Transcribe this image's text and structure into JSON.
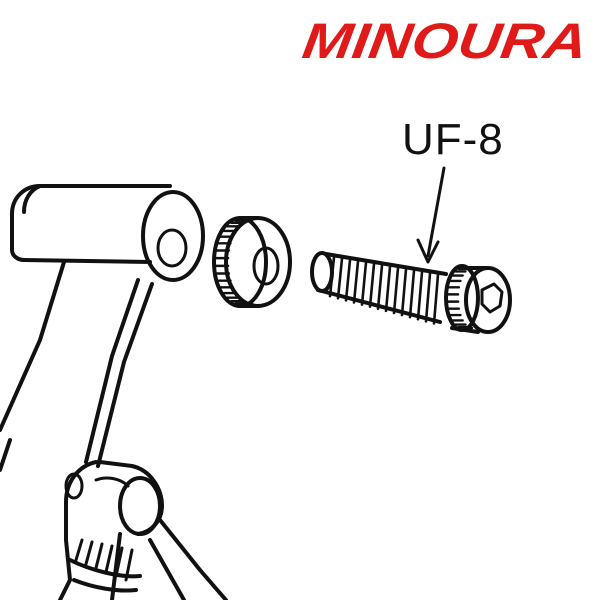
{
  "brand": {
    "logo_text": "MINOURA",
    "color": "#e01919"
  },
  "callout": {
    "label": "UF-8"
  },
  "colors": {
    "line": "#111111",
    "background": "#ffffff"
  },
  "icons": [
    "minoura-logo",
    "arrow-down-icon",
    "screw-bolt-icon",
    "knurled-nut-icon",
    "trainer-arm-icon"
  ]
}
